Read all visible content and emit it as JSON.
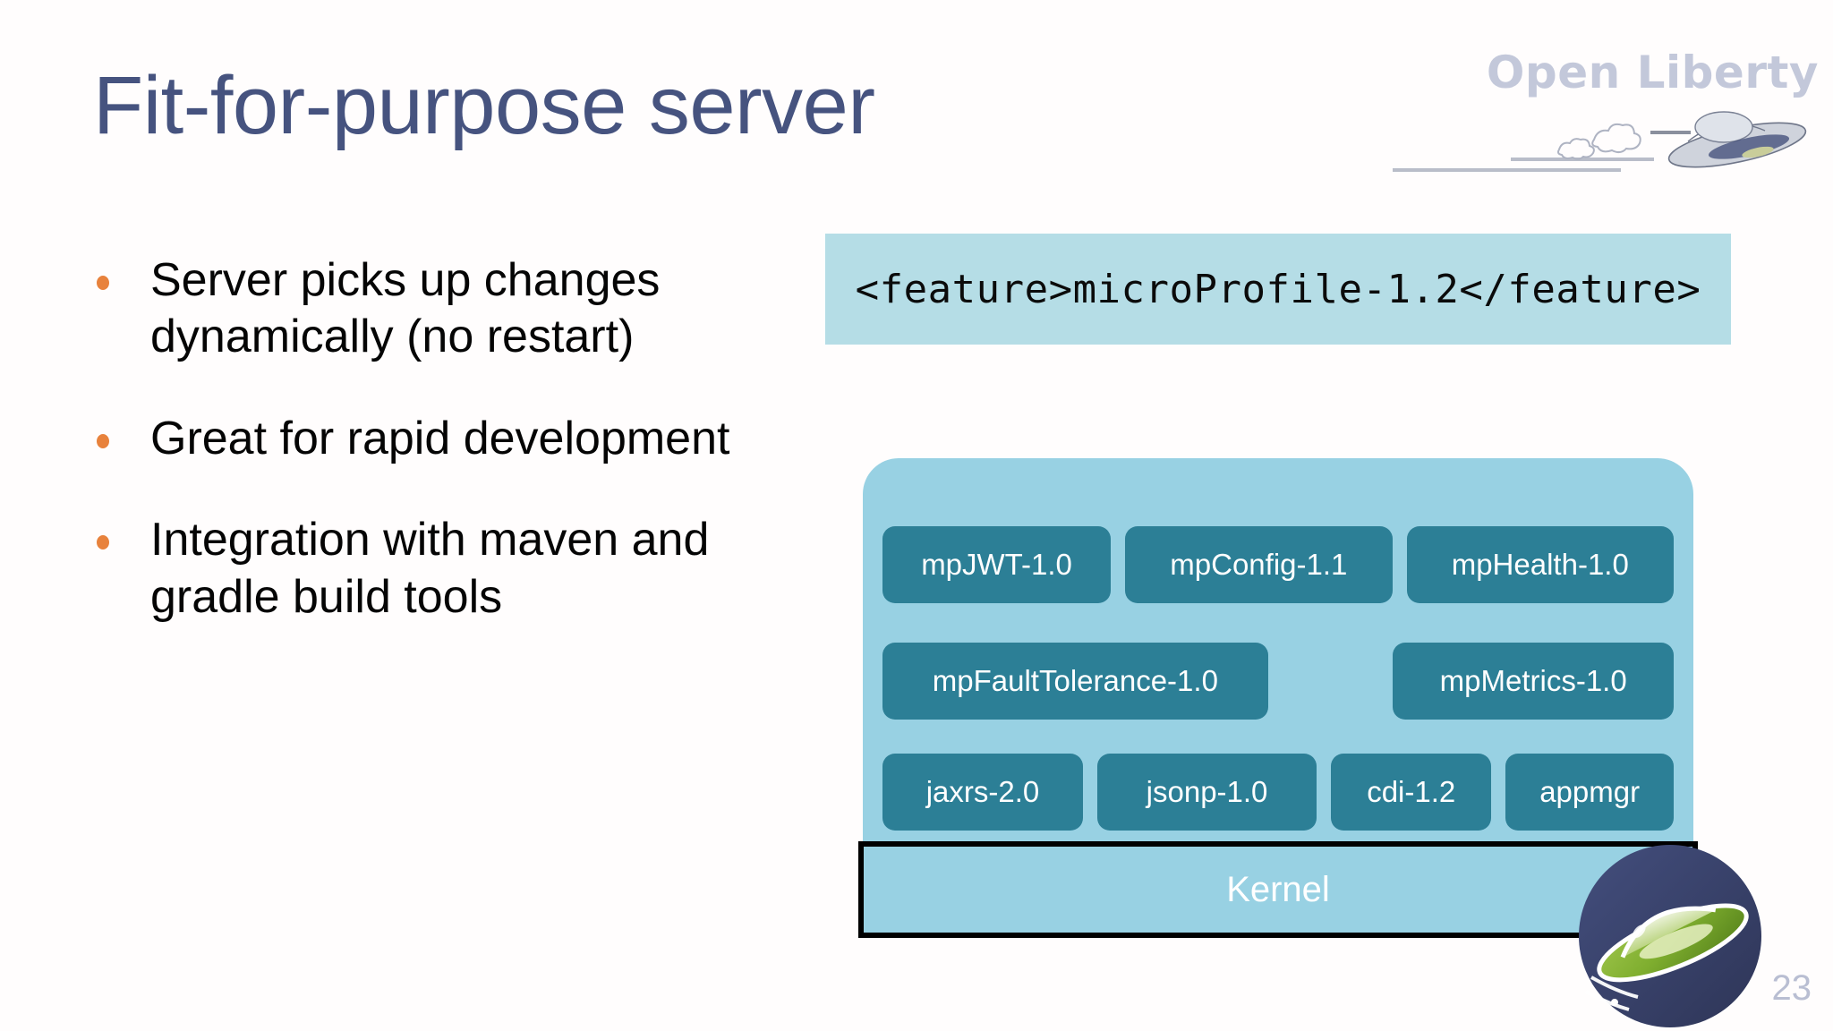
{
  "slide": {
    "title": "Fit-for-purpose server",
    "number": "23",
    "title_color": "#46537f",
    "bullet_color": "#e8823c"
  },
  "brand": {
    "wordmark": "Open Liberty",
    "wordmark_color": "#c3c8da",
    "saucer_icon": "flying-saucer-icon",
    "badge_icon": "open-liberty-saucer-badge-icon"
  },
  "bullets": [
    {
      "text": "Server picks up changes dynamically (no restart)"
    },
    {
      "text": "Great for rapid development"
    },
    {
      "text": "Integration with maven and gradle build tools"
    }
  ],
  "code_snippet": {
    "text": "<feature>microProfile-1.2</feature>",
    "background": "#b5dde6",
    "text_color": "#0b0b0b"
  },
  "feature_stack": {
    "container_color": "#98d1e3",
    "tile_color": "#2c7f96",
    "tile_text_color": "#ffffff",
    "rows": [
      {
        "tiles": [
          {
            "label": "mpJWT-1.0",
            "flex": "1 1 0"
          },
          {
            "label": "mpConfig-1.1",
            "flex": "1.17 1 0"
          },
          {
            "label": "mpHealth-1.0",
            "flex": "1.17 1 0"
          }
        ]
      },
      {
        "tiles": [
          {
            "label": "mpFaultTolerance-1.0",
            "flex": "1.95 1 0"
          },
          {
            "label": "",
            "flex": "0.56 1 0",
            "spacer": true
          },
          {
            "label": "mpMetrics-1.0",
            "flex": "1.42 1 0"
          }
        ]
      },
      {
        "tiles": [
          {
            "label": "jaxrs-2.0",
            "flex": "1.05 1 0"
          },
          {
            "label": "jsonp-1.0",
            "flex": "1.15 1 0"
          },
          {
            "label": "cdi-1.2",
            "flex": "0.84 1 0"
          },
          {
            "label": "appmgr",
            "flex": "0.88 1 0"
          }
        ]
      }
    ],
    "kernel": {
      "label": "Kernel",
      "background": "#98d1e3",
      "border_color": "#000000",
      "text_color": "#ffffff"
    }
  }
}
